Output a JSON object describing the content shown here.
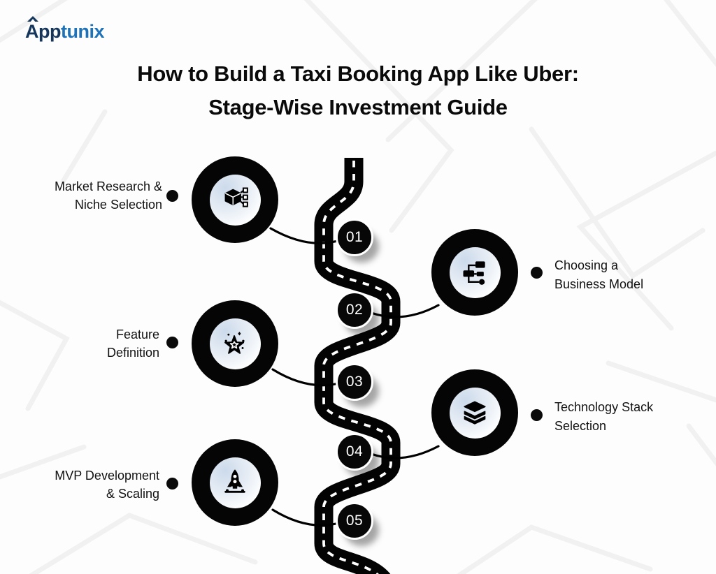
{
  "logo": {
    "text_dark": "App",
    "text_blue": "tunix"
  },
  "title": {
    "line1": "How to Build a Taxi Booking App Like Uber:",
    "line2": "Stage-Wise Investment Guide"
  },
  "stages": [
    {
      "number": "01",
      "label_lines": [
        "Market Research &",
        "Niche Selection"
      ],
      "side": "left",
      "icon": "cube-network-icon"
    },
    {
      "number": "02",
      "label_lines": [
        "Choosing a",
        "Business Model"
      ],
      "side": "right",
      "icon": "flowchart-icon"
    },
    {
      "number": "03",
      "label_lines": [
        "Feature",
        "Definition"
      ],
      "side": "left",
      "icon": "featured-star-icon"
    },
    {
      "number": "04",
      "label_lines": [
        "Technology Stack",
        "Selection"
      ],
      "side": "right",
      "icon": "layers-stack-icon"
    },
    {
      "number": "05",
      "label_lines": [
        "MVP Development",
        "& Scaling"
      ],
      "side": "left",
      "icon": "rocket-launch-icon"
    }
  ],
  "colors": {
    "logo_dark": "#16365c",
    "logo_blue": "#1e72b8",
    "road": "#000000",
    "road_dashes": "#ffffff",
    "badge_bg": "#070707",
    "badge_text": "#ffffff",
    "label_text": "#121212",
    "background": "#fdfdfd",
    "map_lines": "#f1f1f2",
    "inner_circle_tint": "#ccdaeb"
  }
}
